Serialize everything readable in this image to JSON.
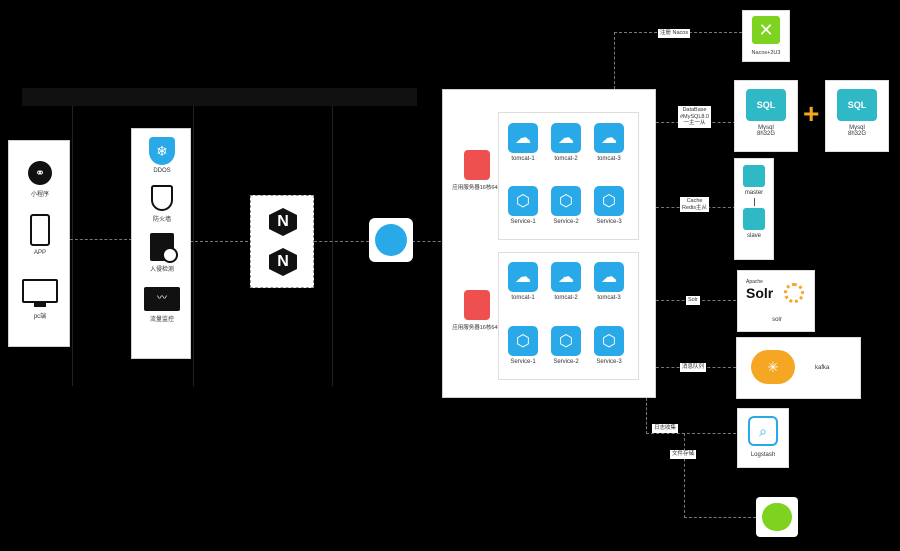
{
  "clients": {
    "miniprogram": "小程序",
    "app": "APP",
    "pc": "pc端"
  },
  "security": {
    "ddos": "DDOS",
    "firewall": "防火墙",
    "intrusion": "入侵检测",
    "monitor": "流量监控"
  },
  "cluster_a": {
    "server_label": "应用服务器16核64G",
    "tomcats": [
      "tomcat-1",
      "tomcat-2",
      "tomcat-3"
    ],
    "services": [
      "Service-1",
      "Service-2",
      "Service-3"
    ]
  },
  "cluster_b": {
    "server_label": "应用服务器16核64G",
    "tomcats": [
      "tomcat-1",
      "tomcat-2",
      "tomcat-3"
    ],
    "services": [
      "Service-1",
      "Service-2",
      "Service-3"
    ]
  },
  "edges": {
    "nacos": "注册 Nacos",
    "db": "DataBase\n#MySQL8.0\n一主一从",
    "cache": "Cache\nRedis主从",
    "solr": "Solr",
    "mq": "消息队列",
    "log": "日志收集",
    "file": "文件存储"
  },
  "right": {
    "nacos": "Nacos+2U3",
    "mysql_master": "Mysql\n8h32G",
    "mysql_slave": "Mysql\n8h32G",
    "redis_master": "master",
    "redis_slave": "slave",
    "solr_brand": "Apache",
    "solr_logo": "Solr",
    "solr": "solr",
    "kafka": "kafka",
    "logstash": "Logstash"
  },
  "colors": {
    "blue": "#29a9e8",
    "red": "#ee4f4f",
    "orange": "#f5a623",
    "teal": "#2fb8c6",
    "green": "#7ed321"
  }
}
